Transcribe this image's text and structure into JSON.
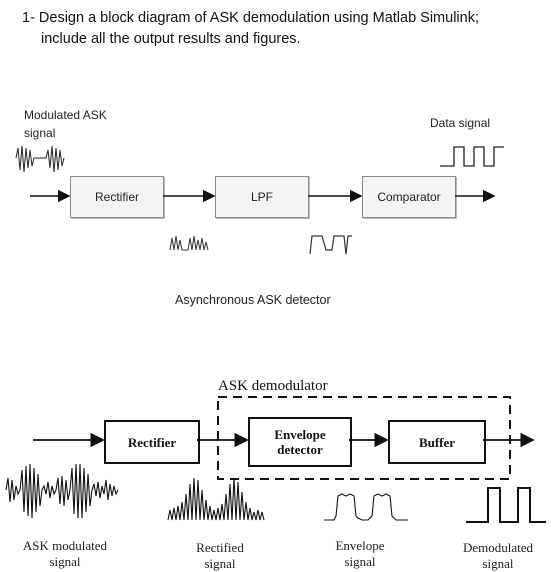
{
  "question": {
    "line1": "1- Design a block diagram of ASK demodulation using Matlab Simulink;",
    "line2": "include all the output results and figures."
  },
  "diagram1": {
    "input_label_line1": "Modulated ASK",
    "input_label_line2": "signal",
    "output_label": "Data signal",
    "blocks": [
      "Rectifier",
      "LPF",
      "Comparator"
    ],
    "caption": "Asynchronous ASK detector"
  },
  "diagram2": {
    "group_title": "ASK demodulator",
    "blocks": [
      "Rectifier",
      "Envelope detector",
      "Buffer"
    ],
    "envelope_line1": "Envelope",
    "envelope_line2": "detector",
    "signal_labels": [
      {
        "line1": "ASK modulated",
        "line2": "signal"
      },
      {
        "line1": "Rectified",
        "line2": "signal"
      },
      {
        "line1": "Envelope",
        "line2": "signal"
      },
      {
        "line1": "Demodulated",
        "line2": "signal"
      }
    ]
  }
}
